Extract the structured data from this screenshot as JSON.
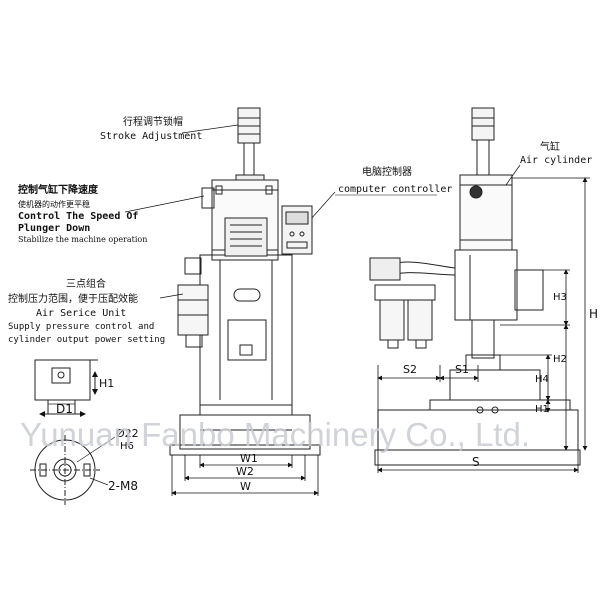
{
  "left_view": {
    "stroke_cn": "行程调节锁帽",
    "stroke_en": "Stroke Adjustment",
    "speed_cn": "控制气缸下降速度",
    "speed_cn2": "使机器的动作更平稳",
    "speed_en1": "Control The Speed Of",
    "speed_en2": "Plunger Down",
    "speed_en3": "Stabilize the machine operation",
    "unit_cn": "三点组合",
    "unit_cn2": "控制压力范围，便于压配效能",
    "unit_en": "Air Serice Unit",
    "unit_en2": "Supply pressure control and",
    "unit_en3": "cylinder output power setting",
    "dims": {
      "w1": "W1",
      "w2": "W2",
      "w": "W"
    }
  },
  "detail": {
    "h1": "H1",
    "d1": "D1",
    "dia": "Ø22",
    "tol": "H6",
    "bolt": "2-M8"
  },
  "right_view": {
    "controller_cn": "电脑控制器",
    "controller_en": "computer controller",
    "cylinder_cn": "气缸",
    "cylinder_en": "Air cylinder",
    "dims": {
      "s2": "S2",
      "s1": "S1",
      "s": "S",
      "h": "H",
      "h1": "H1",
      "h2": "H2",
      "h3": "H3",
      "h4": "H4"
    }
  },
  "watermark": "Yunuan Fanbo Machinery Co., Ltd."
}
